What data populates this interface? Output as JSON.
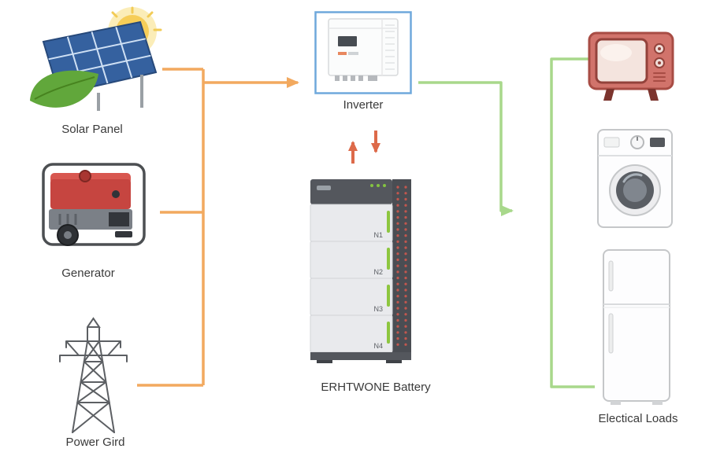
{
  "nodes": {
    "solar": {
      "label": "Solar Panel"
    },
    "generator": {
      "label": "Generator"
    },
    "power_grid": {
      "label": "Power Gird"
    },
    "inverter": {
      "label": "Inverter"
    },
    "battery": {
      "label": "ERHTWONE Battery",
      "modules": [
        "N1",
        "N2",
        "N3",
        "N4"
      ]
    },
    "loads": {
      "label": "Electical Loads",
      "device_icons": [
        "tv-icon",
        "washing-machine-icon",
        "refrigerator-icon"
      ]
    }
  },
  "colors": {
    "source_arrow": "#f2a95f",
    "load_arrow": "#a8d88b",
    "battery_arrow": "#dd6a4a",
    "inverter_border": "#6fa8dc",
    "battery_led": "#8dc63f"
  }
}
